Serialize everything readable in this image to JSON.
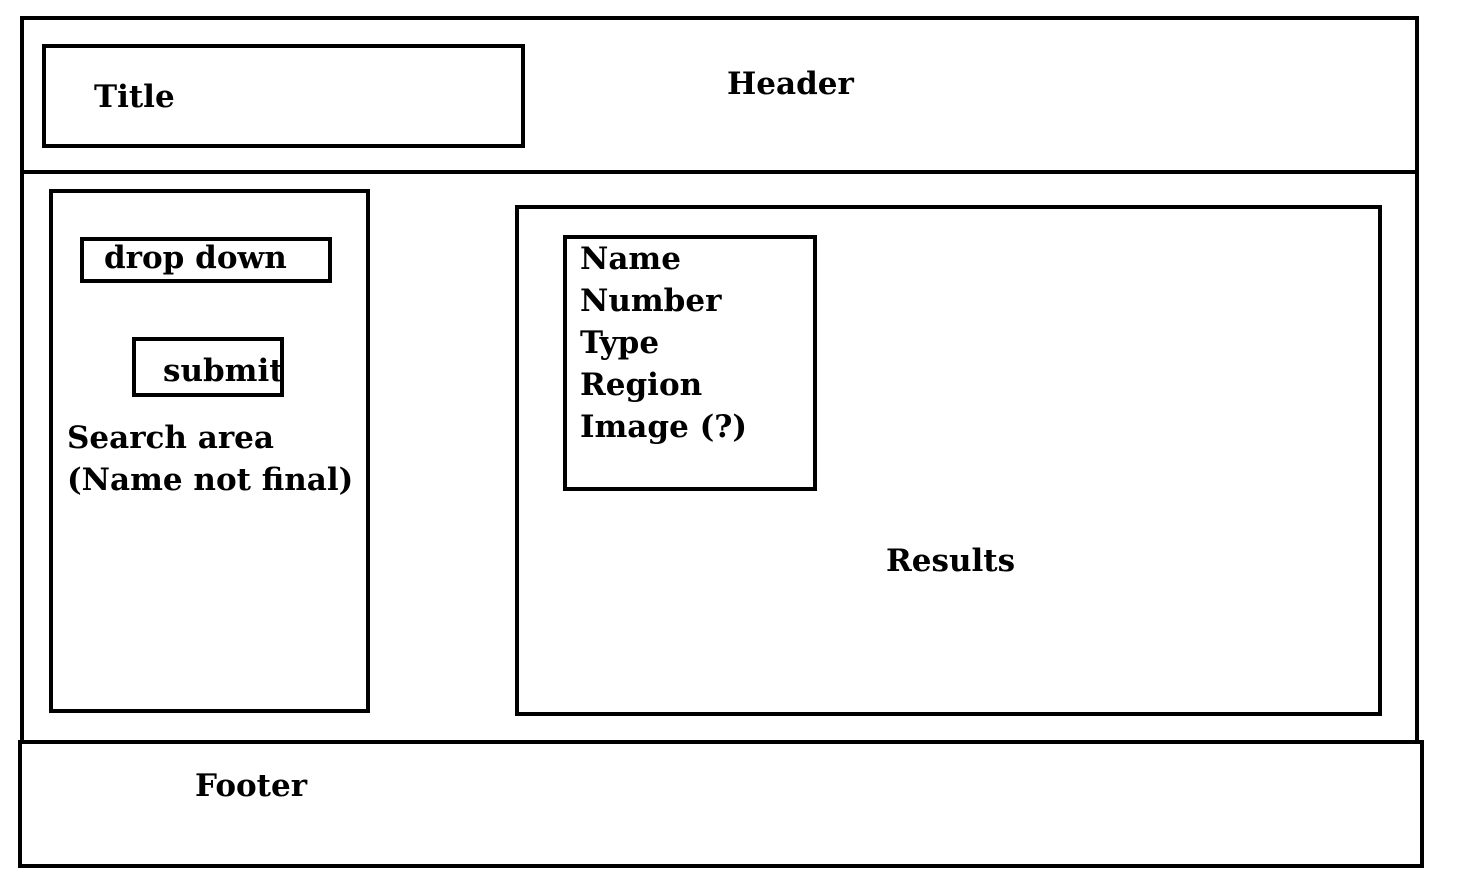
{
  "header": {
    "title_label": "Title",
    "label": "Header"
  },
  "sidebar": {
    "dropdown_label": "drop down",
    "submit_label": "submit",
    "area_label_line1": "Search area",
    "area_label_line2": "(Name not final)"
  },
  "results": {
    "label": "Results",
    "card_fields": [
      "Name",
      "Number",
      "Type",
      "Region",
      "Image (?)"
    ]
  },
  "footer": {
    "label": "Footer"
  }
}
